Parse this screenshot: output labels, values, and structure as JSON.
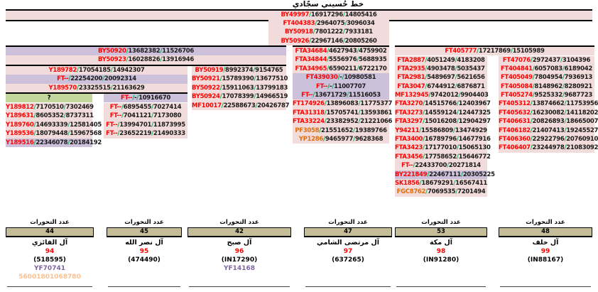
{
  "title": "خط حُسيني سجّادي",
  "root": {
    "id": "BY49997",
    "v1": "16917296",
    "v2": "14805416"
  },
  "question": {
    "label": "?",
    "id": "FT--",
    "v1": "-",
    "v2": "10916670"
  },
  "right_header": {
    "id": "FT405777",
    "v1": "17217869",
    "v2": "15105989"
  },
  "blocks": {
    "mid_top": [
      {
        "id": "FT404383",
        "v1": "2964075",
        "v2": "3096034",
        "bg": "pink"
      },
      {
        "id": "BY50918",
        "v1": "7801222",
        "v2": "7933181",
        "bg": "pink"
      },
      {
        "id": "BY50926",
        "v1": "22967146",
        "v2": "20805260",
        "bg": "pink"
      }
    ],
    "left_big": [
      {
        "id": "BY50920",
        "v1": "13682382",
        "v2": "11526706",
        "bg": "purple"
      },
      {
        "id": "BY50923",
        "v1": "16028826",
        "v2": "13916946",
        "bg": "pink"
      }
    ],
    "left_a": [
      {
        "id": "Y189782",
        "v1": "17054185",
        "v2": "14942307",
        "bg": "pink"
      },
      {
        "id": "FT--",
        "v1": "22254200",
        "v2": "20092314",
        "bg": "purple"
      },
      {
        "id": "Y189570",
        "v1": "23325515",
        "v2": "21163629",
        "bg": "pink"
      }
    ],
    "left_a1": [
      {
        "id": "Y189812",
        "v1": "7170510",
        "v2": "7302469",
        "bg": "pink"
      },
      {
        "id": "Y189631",
        "v1": "8605352",
        "v2": "8737311",
        "bg": "pink"
      },
      {
        "id": "Y189760",
        "v1": "14693339",
        "v2": "12581405",
        "bg": "pink"
      },
      {
        "id": "Y189536",
        "v1": "18079448",
        "v2": "15967568",
        "bg": "pink"
      },
      {
        "id": "Y189516",
        "v1": "22346078",
        "v2": "20184192",
        "bg": "purple"
      }
    ],
    "left_a2": [
      {
        "id": "FT--",
        "v1": "6895455",
        "v2": "7027414",
        "bg": "pink"
      },
      {
        "id": "FT--",
        "v1": "7041121",
        "v2": "7173080",
        "bg": "pink"
      },
      {
        "id": "FT--",
        "v1": "13994701",
        "v2": "11873995",
        "bg": "pink"
      },
      {
        "id": "FT--",
        "v1": "23652219",
        "v2": "21490333",
        "bg": "pink"
      }
    ],
    "left_b": [
      {
        "id": "BY50919",
        "v1": "8992374",
        "v2": "9154765",
        "bg": "pink"
      },
      {
        "id": "BY50921",
        "v1": "15789390",
        "v2": "13677510",
        "bg": "pink"
      },
      {
        "id": "BY50922",
        "v1": "15911063",
        "v2": "13799183",
        "bg": "pink"
      },
      {
        "id": "BY50924",
        "v1": "17078399",
        "v2": "14966519",
        "bg": "pink"
      },
      {
        "id": "MF10017",
        "v1": "22588673",
        "v2": "20426787",
        "bg": "pink"
      }
    ],
    "mid": [
      {
        "id": "FTA34684",
        "v1": "4627943",
        "v2": "4759902",
        "bg": "pink"
      },
      {
        "id": "FTA34844",
        "v1": "5556976",
        "v2": "5688935",
        "bg": "pink"
      },
      {
        "id": "FTA34965",
        "v1": "6590211",
        "v2": "6722170",
        "bg": "pink"
      },
      {
        "id": "FT439030",
        "v1": "-",
        "v2": "10980581",
        "bg": "purple"
      },
      {
        "id": "FT--",
        "v1": "-",
        "v2": "11007707",
        "bg": "purple"
      },
      {
        "id": "FT--",
        "v1": "13671729",
        "v2": "11516053",
        "bg": "purple"
      },
      {
        "id": "FT174926",
        "v1": "13896083",
        "v2": "11775377",
        "bg": "pink"
      },
      {
        "id": "FTA31318",
        "v1": "15705741",
        "v2": "13593861",
        "bg": "pink"
      },
      {
        "id": "FTA33224",
        "v1": "23382952",
        "v2": "21221066",
        "bg": "pink"
      },
      {
        "id": "PF3058",
        "v1": "21551652",
        "v2": "19389766",
        "bg": "pink",
        "c": "orange"
      },
      {
        "id": "YP1286",
        "v1": "9465977",
        "v2": "9628368",
        "bg": "pink",
        "c": "orange"
      }
    ],
    "right_1": [
      {
        "id": "FTA2887",
        "v1": "4051249",
        "v2": "4183208",
        "bg": "pink"
      },
      {
        "id": "FTA2935",
        "v1": "4903478",
        "v2": "5035437",
        "bg": "pink"
      },
      {
        "id": "FTA2981",
        "v1": "5489697",
        "v2": "5621656",
        "bg": "pink"
      },
      {
        "id": "FTA3047",
        "v1": "6744912",
        "v2": "6876871",
        "bg": "pink"
      },
      {
        "id": "MF132945",
        "v1": "9742012",
        "v2": "9904403",
        "bg": "pink"
      },
      {
        "id": "FTA3270",
        "v1": "14515766",
        "v2": "12403967",
        "bg": "pink"
      },
      {
        "id": "FTA3273",
        "v1": "14559124",
        "v2": "12447325",
        "bg": "pink"
      },
      {
        "id": "FTA3297",
        "v1": "15016208",
        "v2": "12904297",
        "bg": "pink"
      },
      {
        "id": "Y94211",
        "v1": "15586809",
        "v2": "13474929",
        "bg": "pink"
      },
      {
        "id": "FTA3400",
        "v1": "16789796",
        "v2": "14677916",
        "bg": "pink"
      },
      {
        "id": "FTA3423",
        "v1": "17177010",
        "v2": "15065130",
        "bg": "pink"
      },
      {
        "id": "FTA3456",
        "v1": "17758652",
        "v2": "15646772",
        "bg": "pink"
      },
      {
        "id": "FT--",
        "v1": "22433700",
        "v2": "20271814",
        "bg": "pink"
      },
      {
        "id": "BY221849",
        "v1": "22467111",
        "v2": "20305225",
        "bg": "purple"
      },
      {
        "id": "SK1856",
        "v1": "18679291",
        "v2": "16567411",
        "bg": "pink"
      },
      {
        "id": "FGC8762",
        "v1": "7069535",
        "v2": "7201494",
        "bg": "pink",
        "c": "orange"
      }
    ],
    "right_2": [
      {
        "id": "FT47076",
        "v1": "2972437",
        "v2": "3104396",
        "bg": "pink"
      },
      {
        "id": "FT404841",
        "v1": "6057083",
        "v2": "6189042",
        "bg": "pink"
      },
      {
        "id": "FT405049",
        "v1": "7804954",
        "v2": "7936913",
        "bg": "pink"
      },
      {
        "id": "FT405084",
        "v1": "8148962",
        "v2": "8280921",
        "bg": "pink"
      },
      {
        "id": "FT405274",
        "v1": "9525332",
        "v2": "9687723",
        "bg": "pink"
      },
      {
        "id": "FT405312",
        "v1": "13874662",
        "v2": "11753956",
        "bg": "pink"
      },
      {
        "id": "FT405632",
        "v1": "16230082",
        "v2": "14118202",
        "bg": "pink"
      },
      {
        "id": "FT406631",
        "v1": "20826893",
        "v2": "18665007",
        "bg": "pink"
      },
      {
        "id": "FT406182",
        "v1": "21407413",
        "v2": "19245527",
        "bg": "pink"
      },
      {
        "id": "FT406360",
        "v1": "22922796",
        "v2": "20760910",
        "bg": "pink"
      },
      {
        "id": "FT406407",
        "v1": "23244978",
        "v2": "21083092",
        "bg": "pink"
      }
    ]
  },
  "bottom": [
    {
      "label": "عدد التحورات",
      "count": "44",
      "family": "آل الفائزي",
      "num": "94",
      "kit": "(518595)",
      "yf": "YF70741",
      "extra": "56001801068780"
    },
    {
      "label": "عدد التحورات",
      "count": "45",
      "family": "آل نصر الله",
      "num": "95",
      "kit": "(474490)"
    },
    {
      "label": "عدد التحورات",
      "count": "42",
      "family": "آل صبح",
      "num": "96",
      "kit": "(IN17290)",
      "yf": "YF14168"
    },
    {
      "label": "عدد التحورات",
      "count": "47",
      "family": "آل مرتضى الشامي",
      "num": "97",
      "kit": "(637265)"
    },
    {
      "label": "عدد التحورات",
      "count": "53",
      "family": "آل مكة",
      "num": "98",
      "kit": "(IN91280)"
    },
    {
      "label": "عدد التحورات",
      "count": "48",
      "family": "آل خلف",
      "num": "99",
      "kit": "(IN88167)"
    }
  ],
  "colors": {
    "cell_pink": "#F2DCDB",
    "cell_purple": "#CCC0DA",
    "cell_green": "#C3D69B",
    "box_tan": "#C4BD97",
    "snp_red": "#FF0000",
    "snp_orange": "#E36C0A",
    "slash_green": "#00B050",
    "yfull_purple": "#8064A2",
    "extra_orange": "#FAC090",
    "count_red": "#FF0000"
  }
}
